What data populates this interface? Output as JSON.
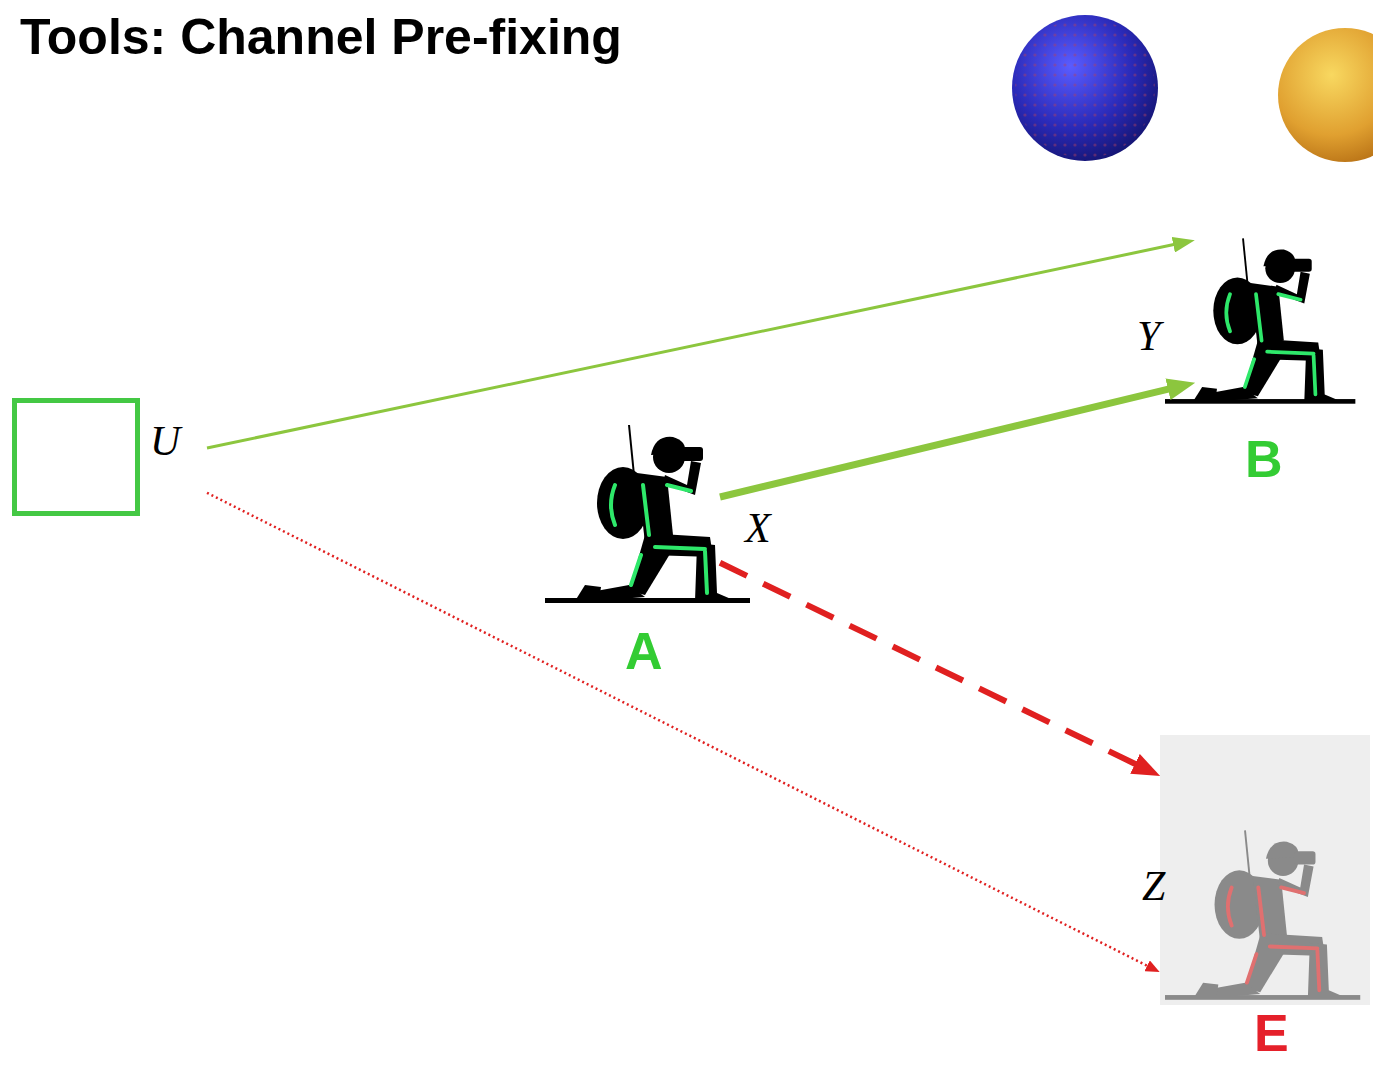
{
  "diagram": {
    "title": "Tools: Channel Pre-fixing",
    "nodes": [
      {
        "text": [
          "U"
        ]
      },
      {
        "text": [
          "X",
          "A"
        ]
      },
      {
        "text": [
          "Y",
          "B"
        ]
      },
      {
        "text": [
          "Z",
          "E"
        ]
      }
    ],
    "edges": [
      {
        "from": 0,
        "to": 2,
        "arrow": "to"
      },
      {
        "from": 1,
        "to": 2,
        "arrow": "to"
      },
      {
        "from": 1,
        "to": 3,
        "arrow": "to"
      },
      {
        "from": 0,
        "to": 3,
        "arrow": "to"
      }
    ]
  }
}
